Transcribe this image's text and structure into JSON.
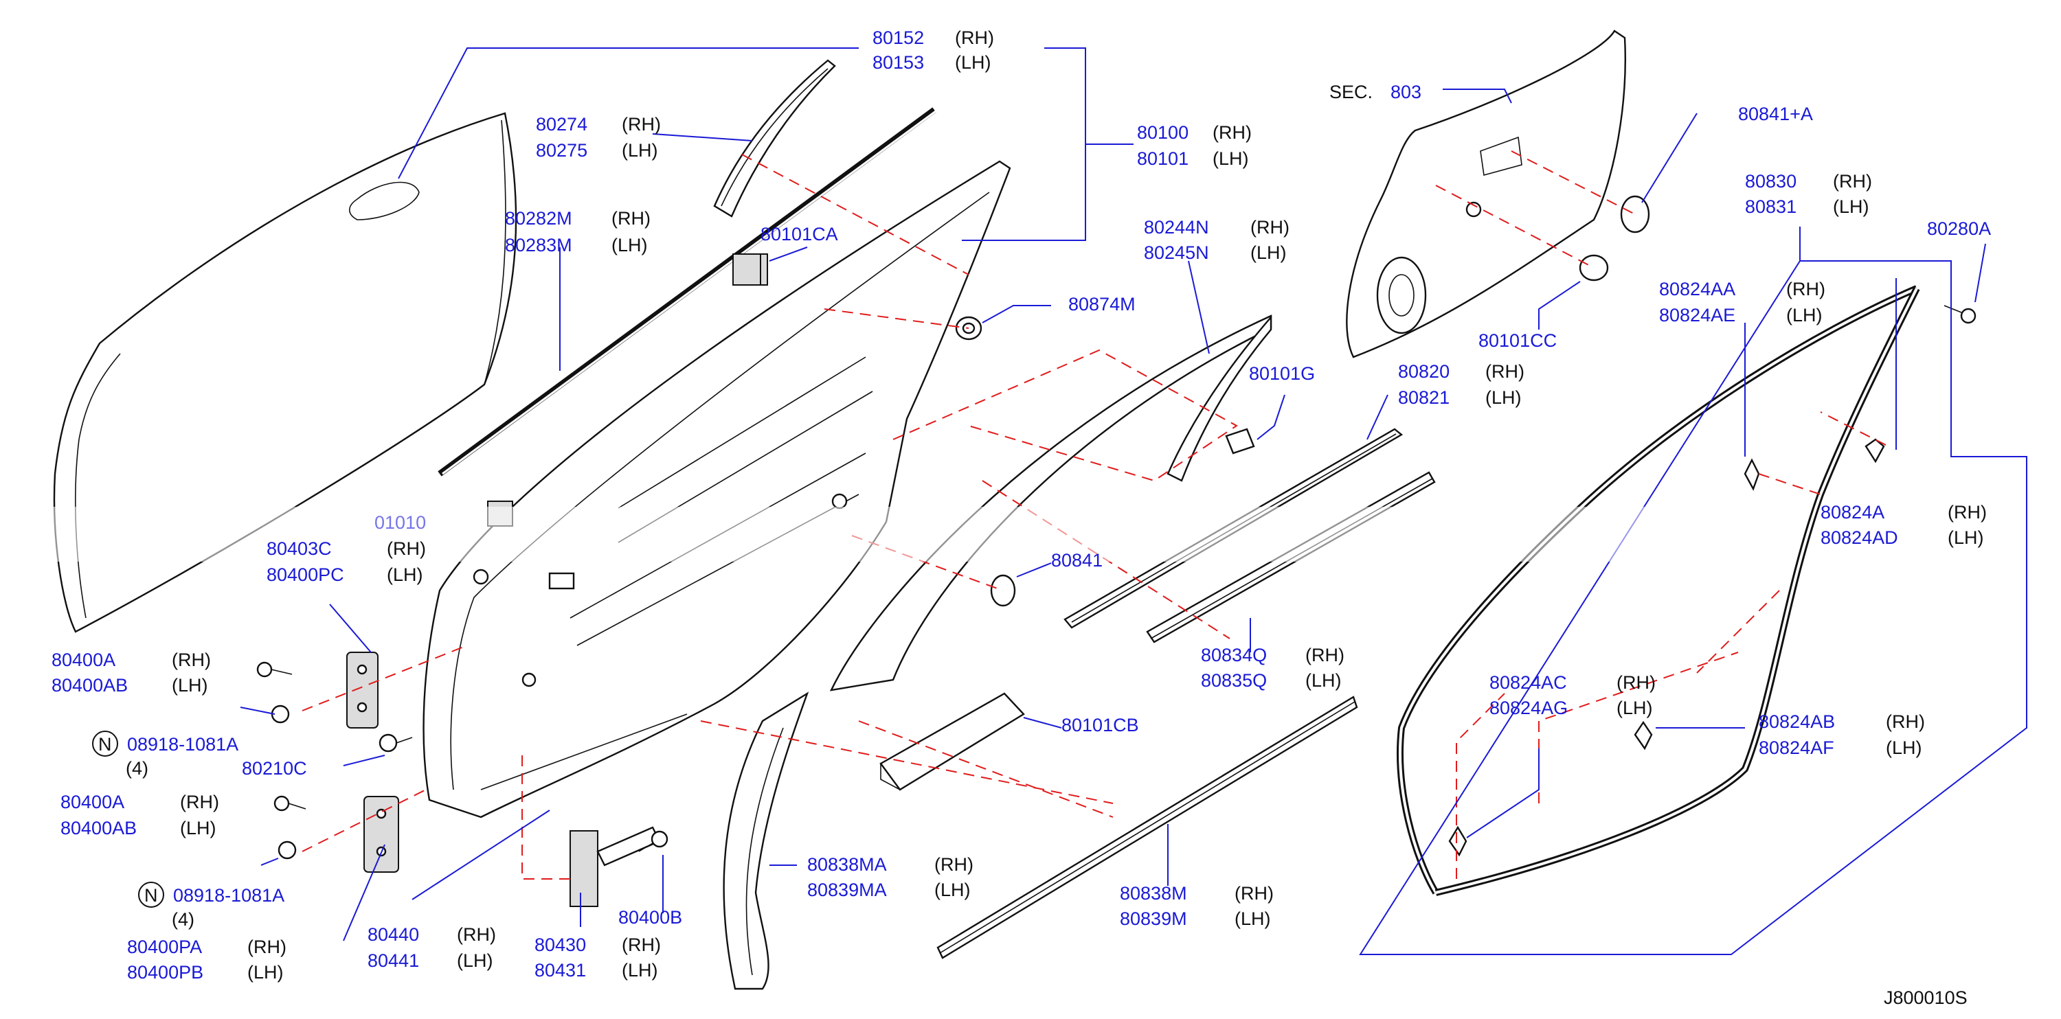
{
  "diagram_id": "J800010S",
  "section_ref": {
    "prefix": "SEC.",
    "number": "803"
  },
  "labels": [
    {
      "id": "l80152",
      "pn": "80152",
      "side": "(RH)"
    },
    {
      "id": "l80153",
      "pn": "80153",
      "side": "(LH)"
    },
    {
      "id": "l80274",
      "pn": "80274",
      "side": "(RH)"
    },
    {
      "id": "l80275",
      "pn": "80275",
      "side": "(LH)"
    },
    {
      "id": "l80282M",
      "pn": "80282M",
      "side": "(RH)"
    },
    {
      "id": "l80283M",
      "pn": "80283M",
      "side": "(LH)"
    },
    {
      "id": "l80101CA",
      "pn": "80101CA",
      "side": ""
    },
    {
      "id": "l80100",
      "pn": "80100",
      "side": "(RH)"
    },
    {
      "id": "l80101",
      "pn": "80101",
      "side": "(LH)"
    },
    {
      "id": "l80874M",
      "pn": "80874M",
      "side": ""
    },
    {
      "id": "l80244N",
      "pn": "80244N",
      "side": "(RH)"
    },
    {
      "id": "l80245N",
      "pn": "80245N",
      "side": "(LH)"
    },
    {
      "id": "l80101G",
      "pn": "80101G",
      "side": ""
    },
    {
      "id": "l80820",
      "pn": "80820",
      "side": "(RH)"
    },
    {
      "id": "l80821",
      "pn": "80821",
      "side": "(LH)"
    },
    {
      "id": "l80841",
      "pn": "80841",
      "side": ""
    },
    {
      "id": "l80834Q",
      "pn": "80834Q",
      "side": "(RH)"
    },
    {
      "id": "l80835Q",
      "pn": "80835Q",
      "side": "(LH)"
    },
    {
      "id": "l80101CB",
      "pn": "80101CB",
      "side": ""
    },
    {
      "id": "l80838MA",
      "pn": "80838MA",
      "side": "(RH)"
    },
    {
      "id": "l80839MA",
      "pn": "80839MA",
      "side": "(LH)"
    },
    {
      "id": "l80838M",
      "pn": "80838M",
      "side": "(RH)"
    },
    {
      "id": "l80839M",
      "pn": "80839M",
      "side": "(LH)"
    },
    {
      "id": "l80400PC_a",
      "pn": "80403C",
      "side": "(RH)"
    },
    {
      "id": "l80400PC",
      "pn": "80400PC",
      "side": "(LH)"
    },
    {
      "id": "l80400A_u",
      "pn": "80400A",
      "side": "(RH)"
    },
    {
      "id": "l80400AB_u",
      "pn": "80400AB",
      "side": "(LH)"
    },
    {
      "id": "l80918_u",
      "pn": "08918-1081A",
      "side": ""
    },
    {
      "id": "l80210C",
      "pn": "80210C",
      "side": ""
    },
    {
      "id": "l80400A_l",
      "pn": "80400A",
      "side": "(RH)"
    },
    {
      "id": "l80400AB_l",
      "pn": "80400AB",
      "side": "(LH)"
    },
    {
      "id": "l80918_l",
      "pn": "08918-1081A",
      "side": ""
    },
    {
      "id": "l80400PA",
      "pn": "80400PA",
      "side": "(RH)"
    },
    {
      "id": "l80400PB",
      "pn": "80400PB",
      "side": "(LH)"
    },
    {
      "id": "l80440",
      "pn": "80440",
      "side": "(RH)"
    },
    {
      "id": "l80441",
      "pn": "80441",
      "side": "(LH)"
    },
    {
      "id": "l80430",
      "pn": "80430",
      "side": "(RH)"
    },
    {
      "id": "l80431",
      "pn": "80431",
      "side": "(LH)"
    },
    {
      "id": "l80400B",
      "pn": "80400B",
      "side": ""
    },
    {
      "id": "l80841A",
      "pn": "80841+A",
      "side": ""
    },
    {
      "id": "l80101CC",
      "pn": "80101CC",
      "side": ""
    },
    {
      "id": "l80830",
      "pn": "80830",
      "side": "(RH)"
    },
    {
      "id": "l80831",
      "pn": "80831",
      "side": "(LH)"
    },
    {
      "id": "l80280A",
      "pn": "80280A",
      "side": ""
    },
    {
      "id": "l80824AA",
      "pn": "80824AA",
      "side": "(RH)"
    },
    {
      "id": "l80824AE",
      "pn": "80824AE",
      "side": "(LH)"
    },
    {
      "id": "l80824A_r",
      "pn": "80824A",
      "side": "(RH)"
    },
    {
      "id": "l80824AD",
      "pn": "80824AD",
      "side": "(LH)"
    },
    {
      "id": "l80824AC",
      "pn": "80824AC",
      "side": "(RH)"
    },
    {
      "id": "l80824AG",
      "pn": "80824AG",
      "side": "(LH)"
    },
    {
      "id": "l80824AB",
      "pn": "80824AB",
      "side": "(RH)"
    },
    {
      "id": "l80824AF",
      "pn": "80824AF",
      "side": "(LH)"
    }
  ],
  "nut_symbol": "N",
  "quantity_note": "(4)",
  "partial_label": "01010",
  "colors": {
    "part_number": "#1a1ad6",
    "leader": "#1a1ad6",
    "dashed_guide": "#e11b1b",
    "outline": "#111111"
  }
}
